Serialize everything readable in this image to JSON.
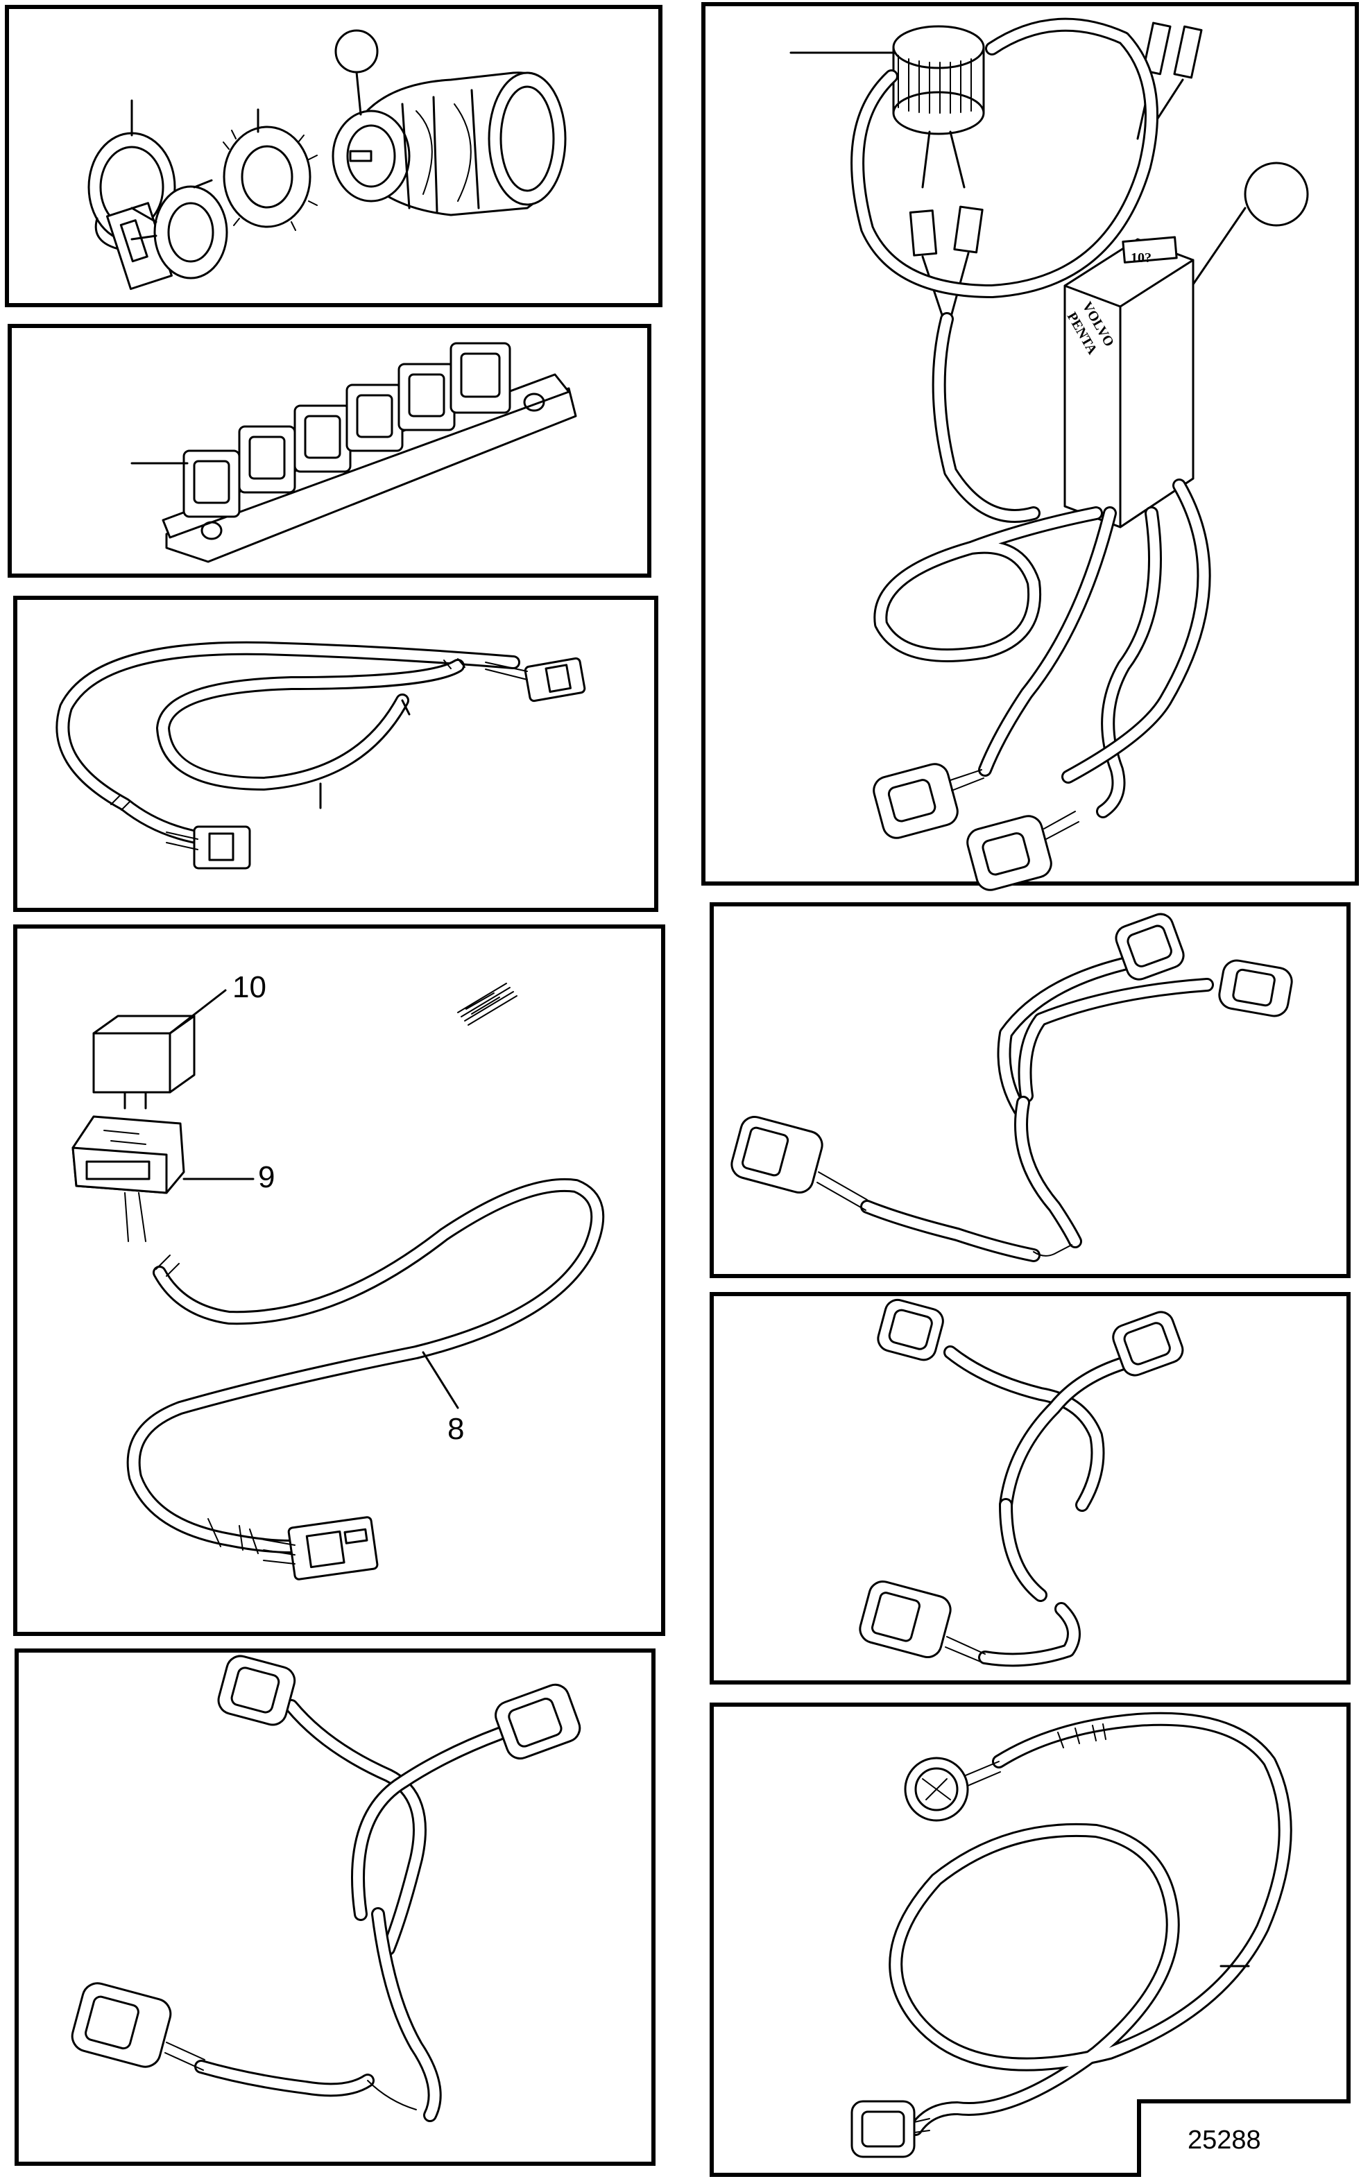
{
  "figure": {
    "reference_number": "25288",
    "brand_text": [
      "VOLVO",
      "PENTA"
    ]
  },
  "panels": [
    {
      "id": "ignition-switch-kit",
      "callouts": []
    },
    {
      "id": "connector-block",
      "callouts": []
    },
    {
      "id": "extension-harness",
      "callouts": []
    },
    {
      "id": "alarm-buzzer-harness",
      "callouts": [
        "10?"
      ]
    },
    {
      "id": "relay-harness",
      "callouts": [
        "10",
        "9",
        "8"
      ]
    },
    {
      "id": "y-split-harness-a",
      "callouts": []
    },
    {
      "id": "y-split-harness-b",
      "callouts": []
    },
    {
      "id": "y-split-harness-c",
      "callouts": []
    },
    {
      "id": "round-connector-harness",
      "callouts": []
    }
  ],
  "labels": {
    "relay_number": "10",
    "relay_socket_number": "9",
    "harness_number": "8",
    "buzzer_module_marking": "10?"
  }
}
